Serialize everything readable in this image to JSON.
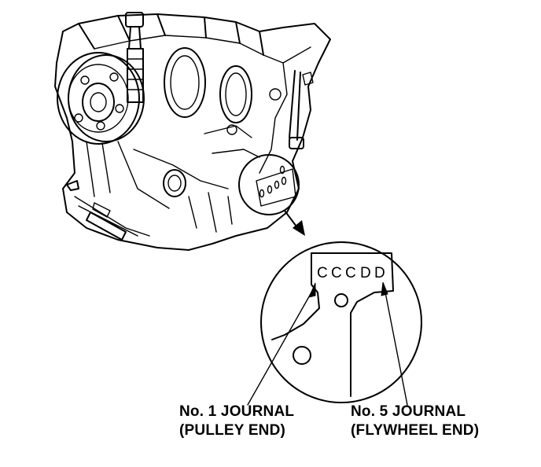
{
  "journal_codes": [
    "C",
    "C",
    "C",
    "D",
    "D"
  ],
  "labels": {
    "journal1_line1": "No. 1 JOURNAL",
    "journal1_line2": "(PULLEY END)",
    "journal5_line1": "No. 5 JOURNAL",
    "journal5_line2": "(FLYWHEEL END)"
  },
  "colors": {
    "ink": "#000000",
    "paper": "#ffffff"
  }
}
